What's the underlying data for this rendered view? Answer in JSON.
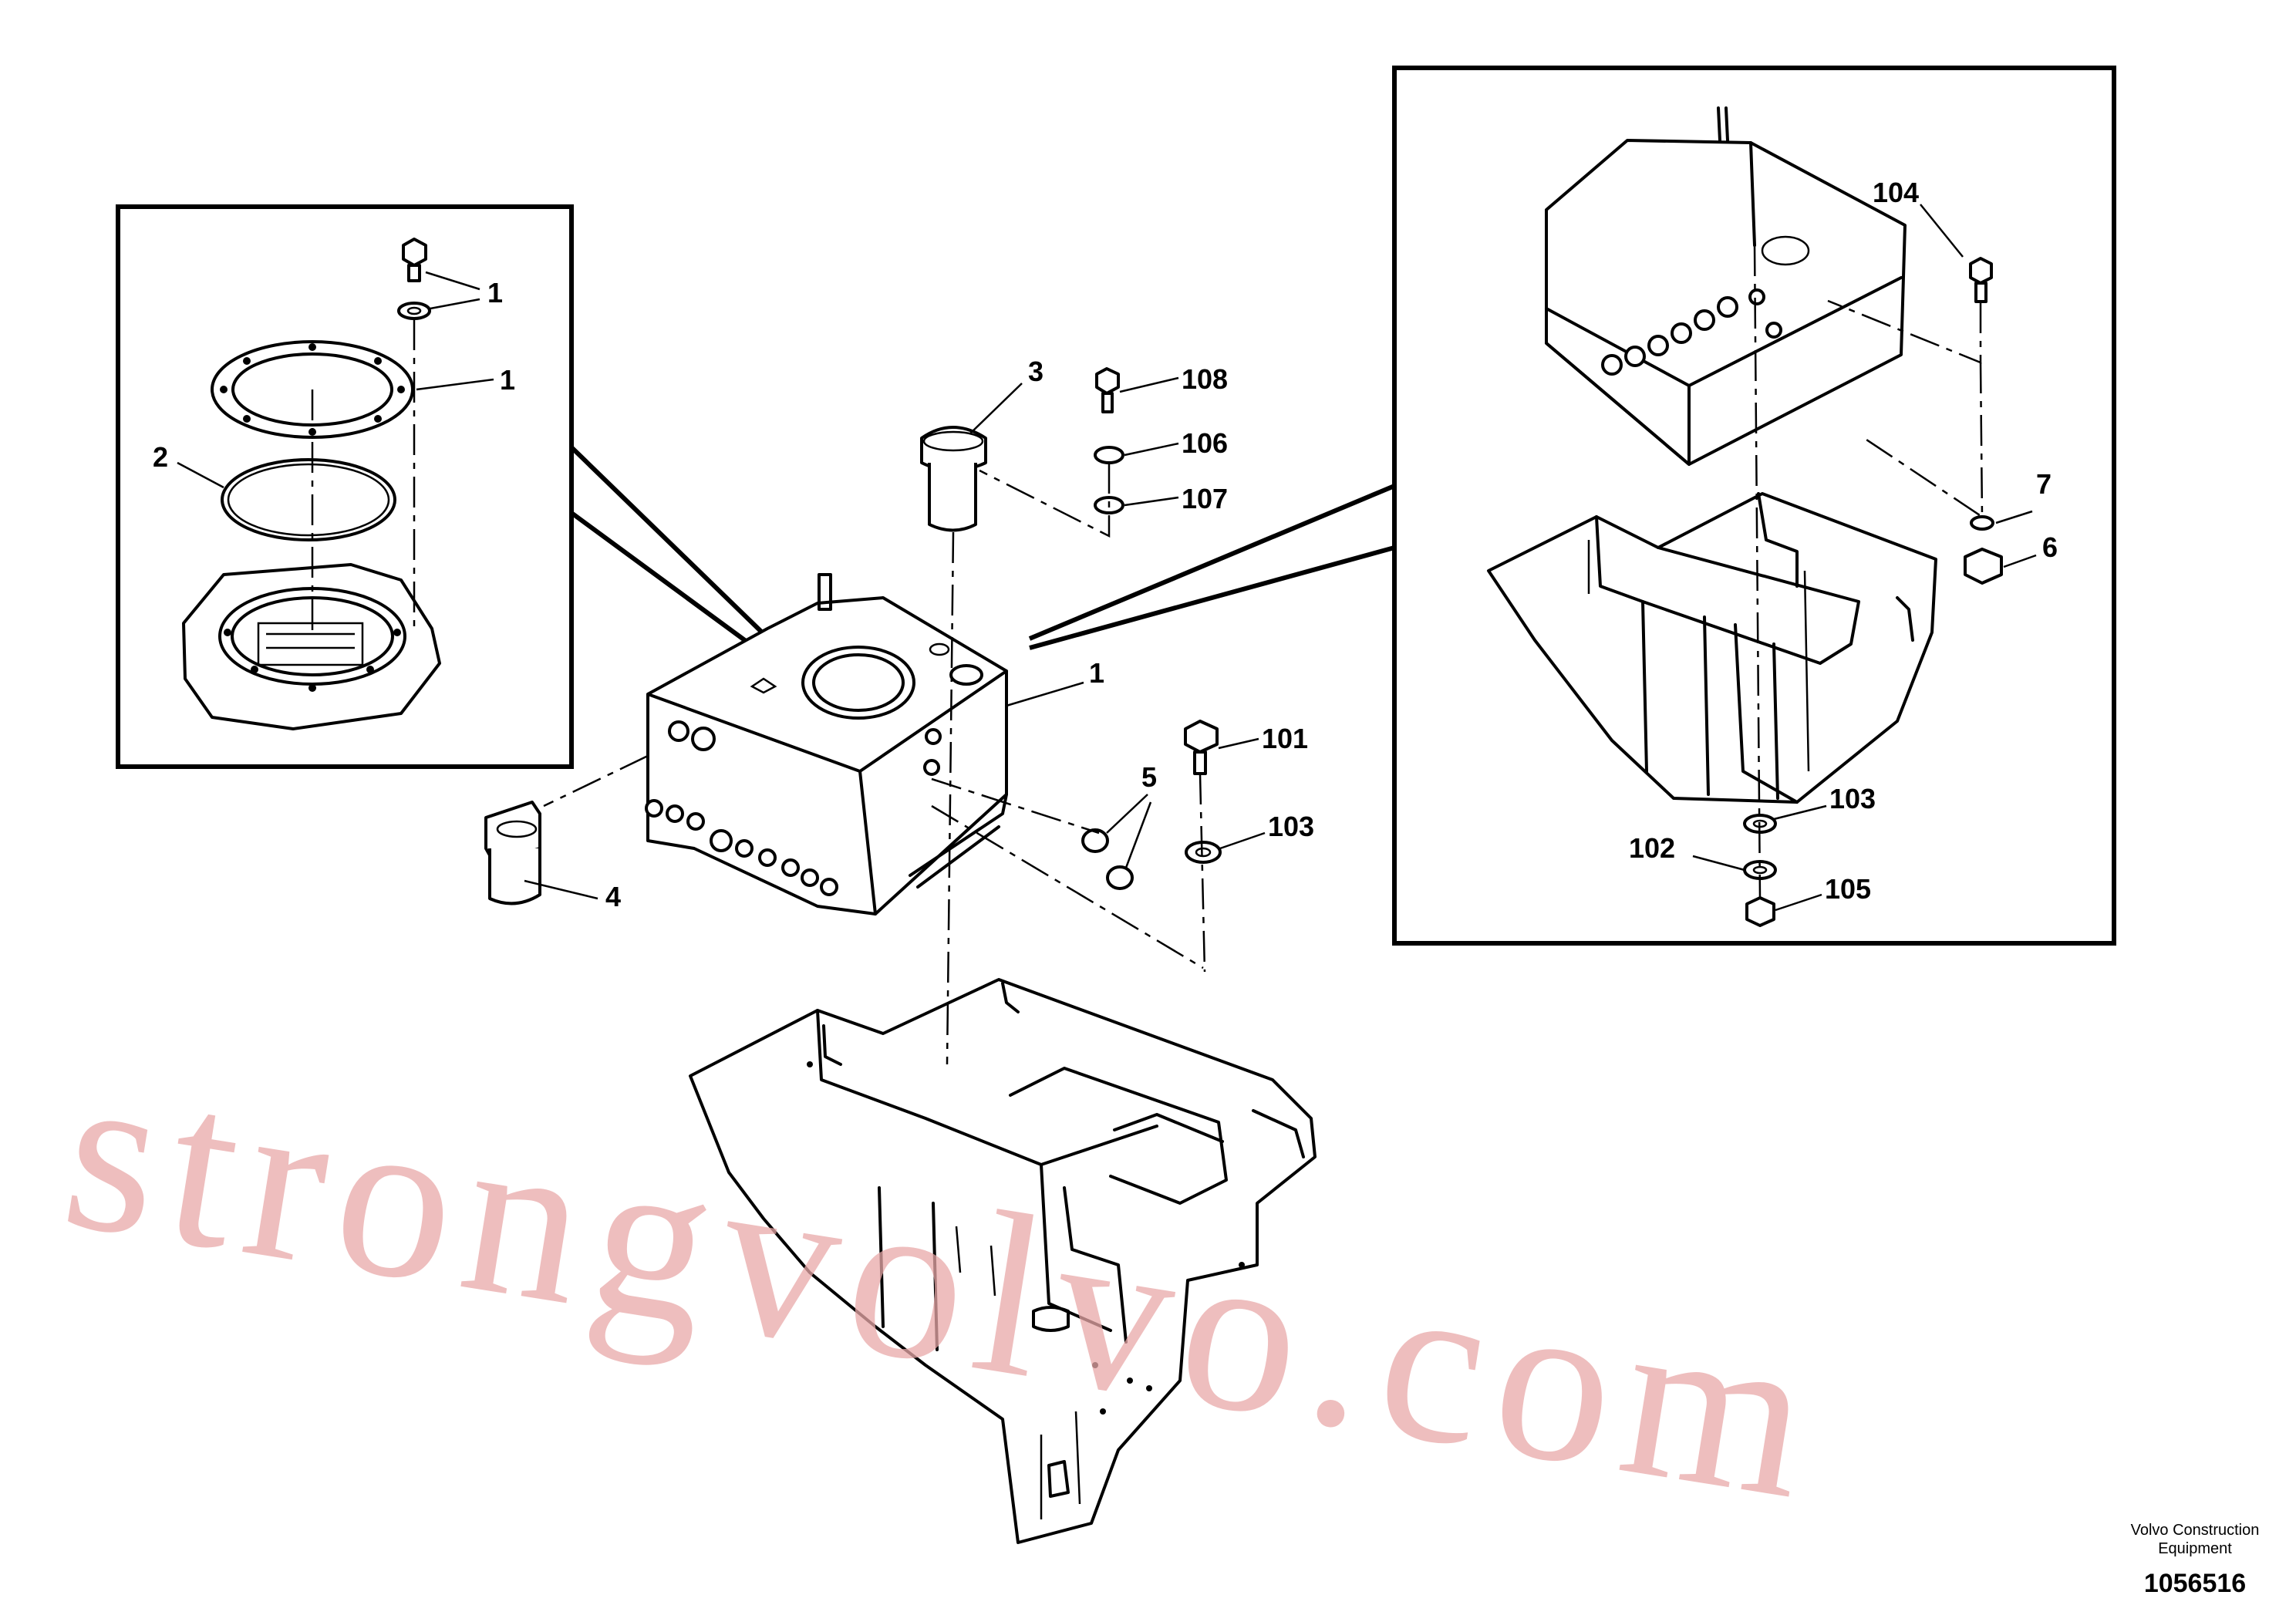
{
  "callouts": {
    "c1a": "1",
    "c1b": "1",
    "c2": "2",
    "c1c": "1",
    "c3": "3",
    "c108": "108",
    "c106": "106",
    "c107": "107",
    "c4": "4",
    "c5": "5",
    "c101": "101",
    "c103a": "103",
    "c104": "104",
    "c7": "7",
    "c6": "6",
    "c103b": "103",
    "c102": "102",
    "c105": "105"
  },
  "watermark": "strongvolvo.com",
  "footer": {
    "maker_line1": "Volvo Construction",
    "maker_line2": "Equipment",
    "drawing_number": "1056516"
  }
}
